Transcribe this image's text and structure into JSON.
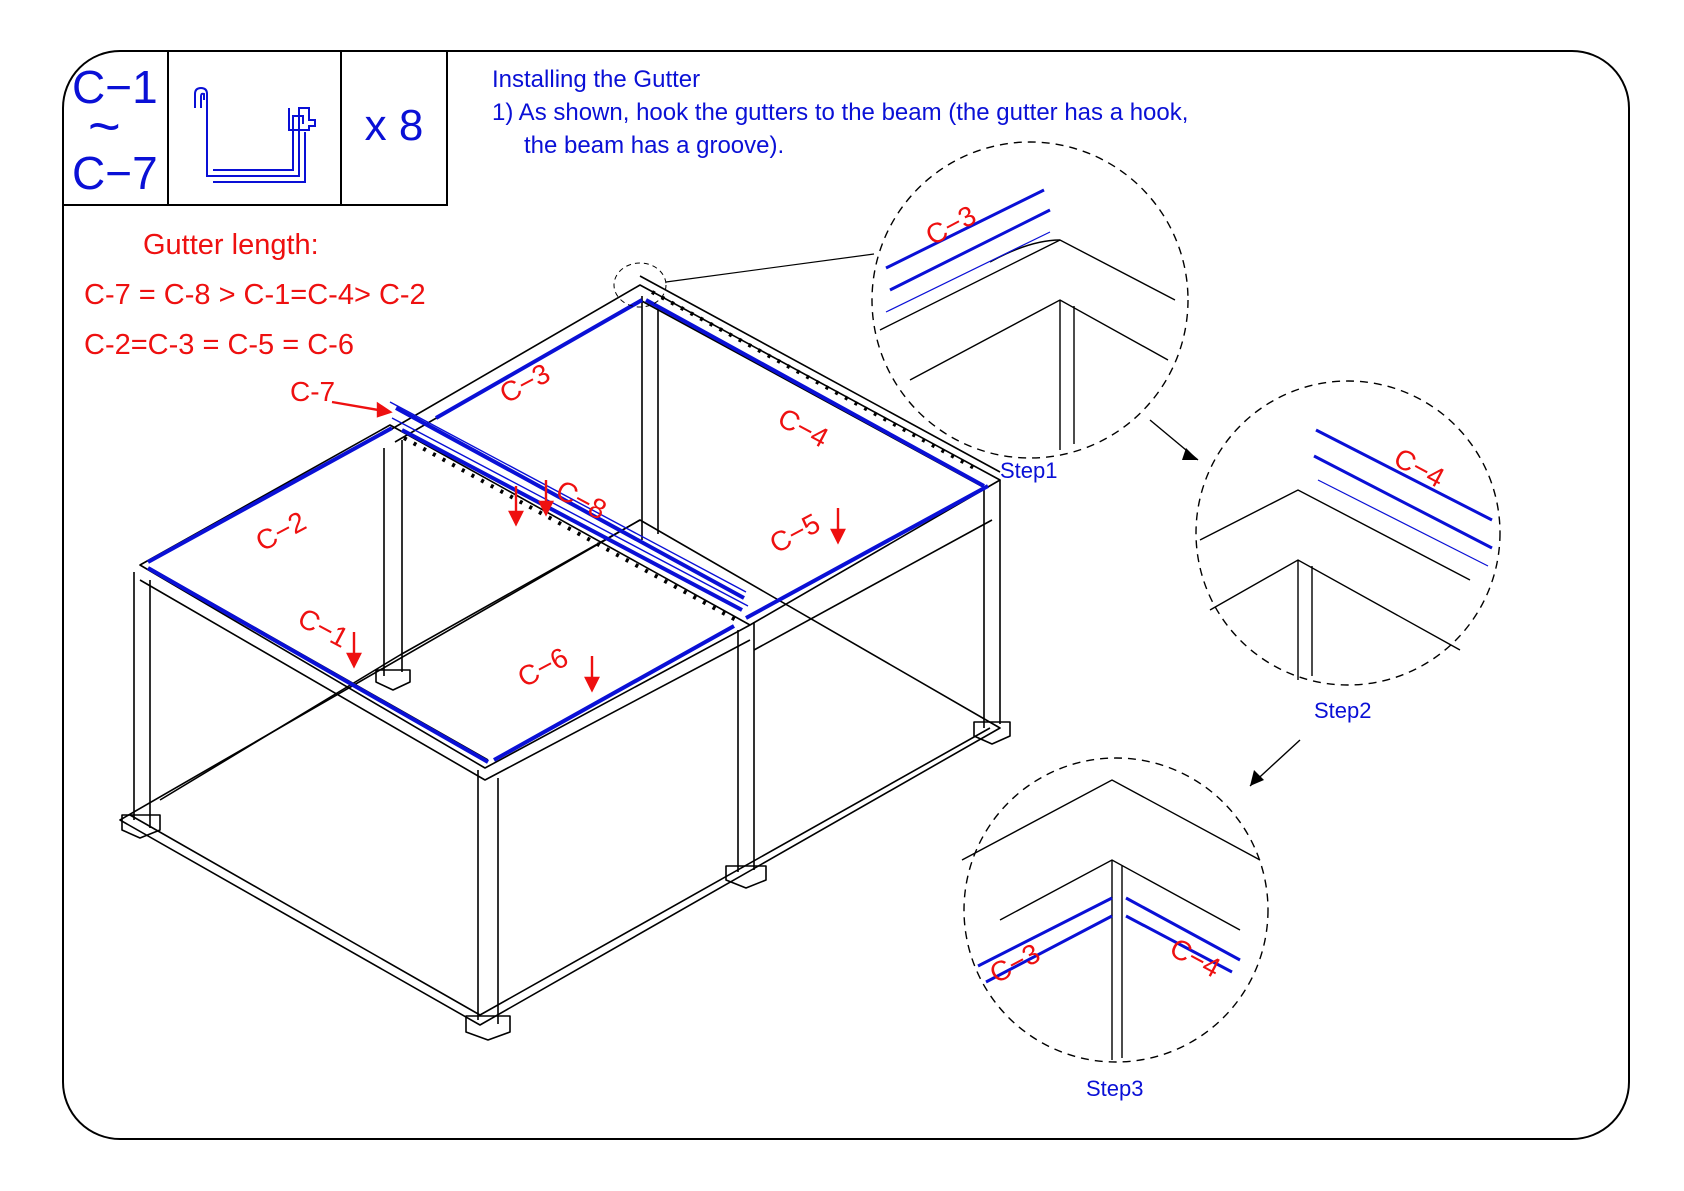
{
  "part": {
    "id_top": "C−1",
    "id_sep": "~",
    "id_bottom": "C−7",
    "icon": "gutter-profile-icon",
    "quantity": "x 8"
  },
  "instructions": {
    "title": "Installing the Gutter",
    "step_line1": "1) As shown, hook the gutters to the beam (the gutter has a hook,",
    "step_line2": "the beam has a groove)."
  },
  "gutter_length": {
    "heading": "Gutter length:",
    "rule1": "C-7 = C-8 > C-1=C-4> C-2",
    "rule2": "C-2=C-3 = C-5 = C-6"
  },
  "main_labels": {
    "c7": "C-7",
    "c3": "C−3",
    "c4": "C−4",
    "c8": "C−8",
    "c2": "C−2",
    "c5": "C−5",
    "c1": "C−1",
    "c6": "C−6"
  },
  "details": [
    {
      "step": "Step1",
      "labels": [
        "C−3"
      ]
    },
    {
      "step": "Step2",
      "labels": [
        "C−4"
      ]
    },
    {
      "step": "Step3",
      "labels": [
        "C−3",
        "C−4"
      ]
    }
  ],
  "colors": {
    "blue": "#0a10d6",
    "red": "#ee1010",
    "line": "#000000"
  }
}
